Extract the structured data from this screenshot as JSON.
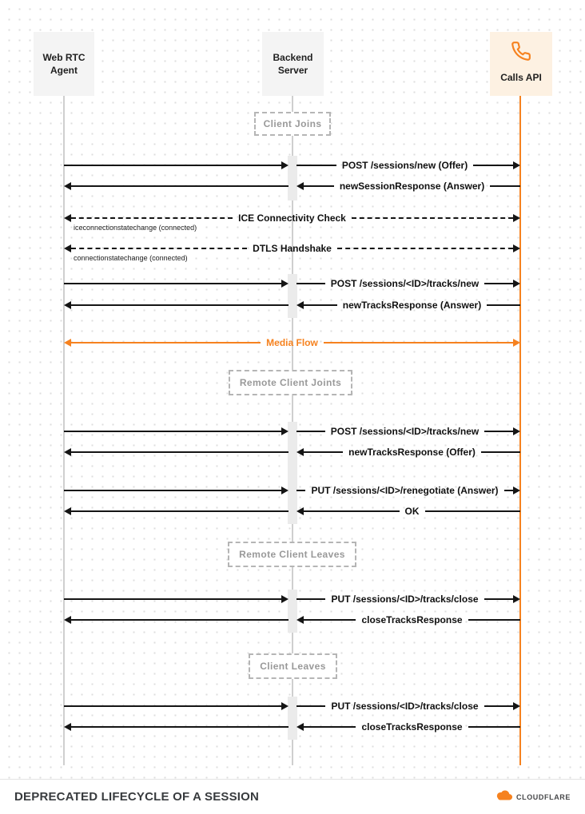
{
  "actors": [
    {
      "label": "Web RTC Agent"
    },
    {
      "label": "Backend Server"
    },
    {
      "label": "Calls API",
      "icon": "phone-icon"
    }
  ],
  "groups": [
    {
      "label": "Client Joins"
    },
    {
      "label": "Remote Client Joints"
    },
    {
      "label": "Remote Client Leaves"
    },
    {
      "label": "Client Leaves"
    }
  ],
  "messages": [
    {
      "label": "POST /sessions/new (Offer)",
      "from": "Web RTC Agent",
      "to": "Calls API",
      "style": "solid-right"
    },
    {
      "label": "newSessionResponse (Answer)",
      "from": "Calls API",
      "to": "Web RTC Agent",
      "style": "solid-left"
    },
    {
      "label": "ICE Connectivity Check",
      "from": "Web RTC Agent",
      "to": "Calls API",
      "style": "dashed-bidirectional",
      "note": "iceconnectionstatechange (connected)"
    },
    {
      "label": "DTLS Handshake",
      "from": "Web RTC Agent",
      "to": "Calls API",
      "style": "dashed-bidirectional",
      "note": "connectionstatechange (connected)"
    },
    {
      "label": "POST /sessions/<ID>/tracks/new",
      "from": "Web RTC Agent",
      "to": "Calls API",
      "style": "solid-right"
    },
    {
      "label": "newTracksResponse (Answer)",
      "from": "Calls API",
      "to": "Web RTC Agent",
      "style": "solid-left"
    },
    {
      "label": "Media Flow",
      "from": "Web RTC Agent",
      "to": "Calls API",
      "style": "orange-bidirectional"
    },
    {
      "label": "POST /sessions/<ID>/tracks/new",
      "from": "Web RTC Agent",
      "to": "Calls API",
      "style": "solid-right"
    },
    {
      "label": "newTracksResponse (Offer)",
      "from": "Calls API",
      "to": "Web RTC Agent",
      "style": "solid-left"
    },
    {
      "label": "PUT /sessions/<ID>/renegotiate (Answer)",
      "from": "Web RTC Agent",
      "to": "Calls API",
      "style": "solid-right"
    },
    {
      "label": "OK",
      "from": "Calls API",
      "to": "Web RTC Agent",
      "style": "solid-left"
    },
    {
      "label": "PUT /sessions/<ID>/tracks/close",
      "from": "Web RTC Agent",
      "to": "Calls API",
      "style": "solid-right"
    },
    {
      "label": "closeTracksResponse",
      "from": "Calls API",
      "to": "Web RTC Agent",
      "style": "solid-left"
    },
    {
      "label": "PUT /sessions/<ID>/tracks/close",
      "from": "Web RTC Agent",
      "to": "Calls API",
      "style": "solid-right"
    },
    {
      "label": "closeTracksResponse",
      "from": "Calls API",
      "to": "Web RTC Agent",
      "style": "solid-left"
    }
  ],
  "footer": {
    "title": "DEPRECATED LIFECYCLE OF A SESSION",
    "brand": "CLOUDFLARE"
  },
  "colors": {
    "accent_orange": "#f6821f",
    "arrow": "#151515",
    "lifeline_gray": "#cfcfcf",
    "calls_box_bg": "#fdf1e2",
    "actor_box_bg": "#f4f4f4",
    "group_border": "#b5b5b5",
    "group_text": "#999999"
  },
  "icons": {
    "phone-icon": "outlined telephone handset (orange)",
    "cloudflare-cloud-icon": "orange cloud logo mark",
    "arrowhead-right-icon": "filled right triangle",
    "arrowhead-left-icon": "filled left triangle"
  }
}
